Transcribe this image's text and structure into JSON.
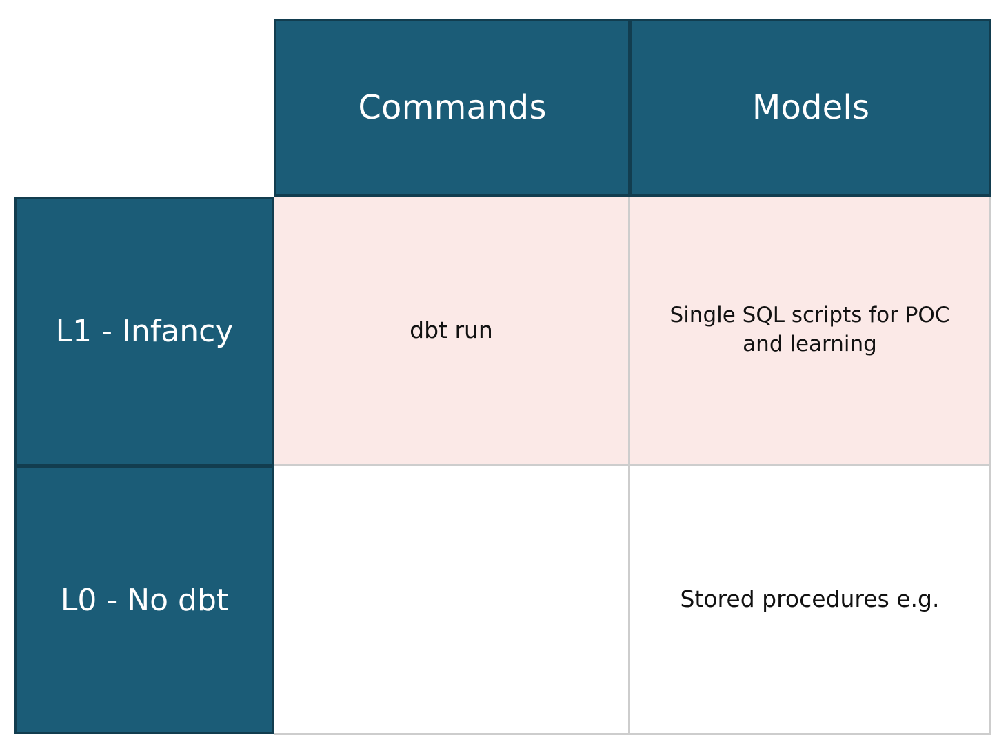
{
  "matrix": {
    "title_row_corner": "",
    "columns": [
      {
        "key": "commands",
        "label": "Commands"
      },
      {
        "key": "models",
        "label": "Models"
      }
    ],
    "rows": [
      {
        "key": "l1",
        "label": "L1 - Infancy",
        "highlight": true,
        "cells": {
          "commands": "dbt run",
          "models": "Single SQL scripts for POC and learning"
        }
      },
      {
        "key": "l0",
        "label": "L0 - No dbt",
        "highlight": false,
        "cells": {
          "commands": "",
          "models": "Stored procedures e.g."
        }
      }
    ]
  },
  "colors": {
    "header_teal": "#1b5c77",
    "header_teal_border": "#123d4f",
    "row_highlight_pink": "#fbe9e7",
    "grid_line": "#cdcdcd",
    "header_text": "#ffffff",
    "body_text": "#111111",
    "page_background": "#ffffff"
  }
}
